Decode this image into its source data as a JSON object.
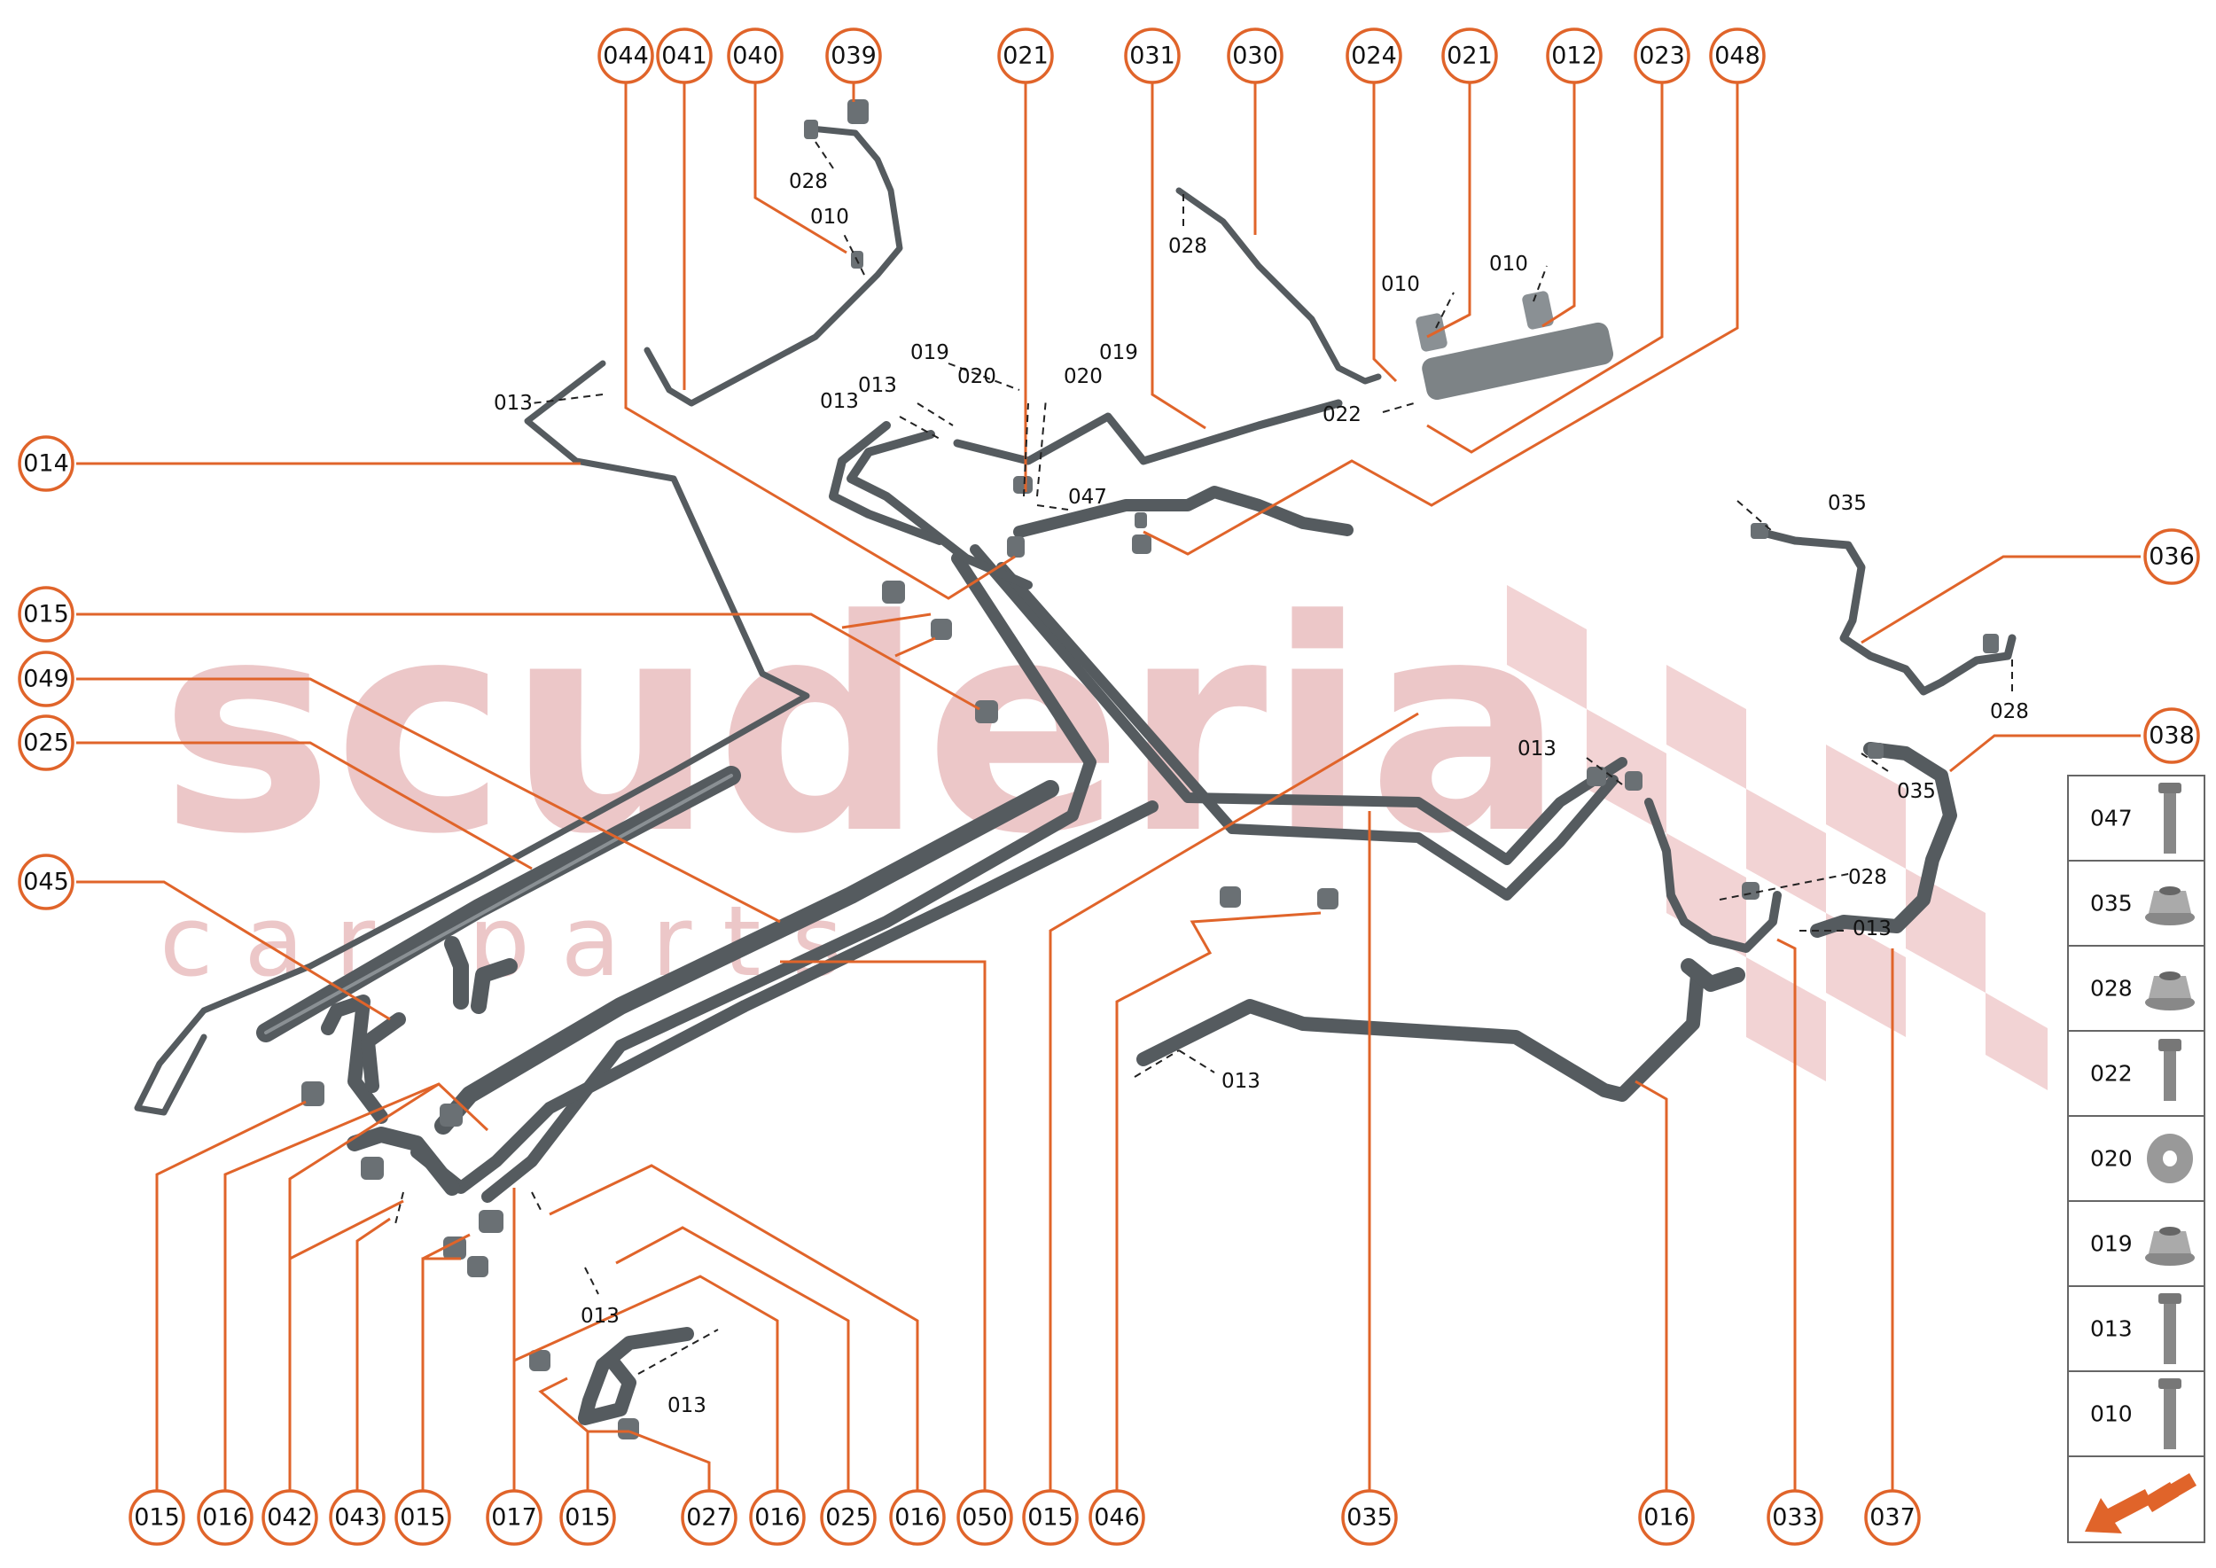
{
  "watermark": {
    "brand": "scuderia",
    "sub": "c a r   p a r t s"
  },
  "callouts": {
    "c044": "044",
    "c041": "041",
    "c040": "040",
    "c039": "039",
    "c021a": "021",
    "c031": "031",
    "c030": "030",
    "c024": "024",
    "c021b": "021",
    "c012": "012",
    "c023": "023",
    "c048": "048",
    "c014": "014",
    "c015a": "015",
    "c049": "049",
    "c025a": "025",
    "c045": "045",
    "c036": "036",
    "c038": "038",
    "b015a": "015",
    "b016a": "016",
    "b042": "042",
    "b043": "043",
    "b015b": "015",
    "b017": "017",
    "b015c": "015",
    "b027": "027",
    "b016b": "016",
    "b025": "025",
    "b016c": "016",
    "b050": "050",
    "b015d": "015",
    "b046": "046",
    "b035": "035",
    "b016d": "016",
    "b033": "033",
    "b037": "037"
  },
  "part_tags": {
    "t028a": "028",
    "t010a": "010",
    "t013a": "013",
    "t019a": "019",
    "t020a": "020",
    "t020b": "020",
    "t019b": "019",
    "t013b": "013",
    "t013c": "013",
    "t047": "047",
    "t028b": "028",
    "t010b": "010",
    "t010c": "010",
    "t022": "022",
    "t035a": "035",
    "t028c": "028",
    "t013d": "013",
    "t035b": "035",
    "t028d": "028",
    "t013e": "013",
    "t013f": "013",
    "t013g": "013",
    "t013h": "013"
  },
  "legend": {
    "items": [
      {
        "code": "047",
        "icon": "long-bolt-icon"
      },
      {
        "code": "035",
        "icon": "flange-nut-icon"
      },
      {
        "code": "028",
        "icon": "flange-nut-icon"
      },
      {
        "code": "022",
        "icon": "short-bolt-icon"
      },
      {
        "code": "020",
        "icon": "washer-icon"
      },
      {
        "code": "019",
        "icon": "flange-nut-icon"
      },
      {
        "code": "013",
        "icon": "long-bolt-icon"
      },
      {
        "code": "010",
        "icon": "long-bolt-icon"
      }
    ],
    "arrow_icon": "orange-direction-arrow-icon"
  },
  "colors": {
    "accent": "#e0642a",
    "pipe": "#555b5f",
    "watermark": "#ecc7c8"
  }
}
